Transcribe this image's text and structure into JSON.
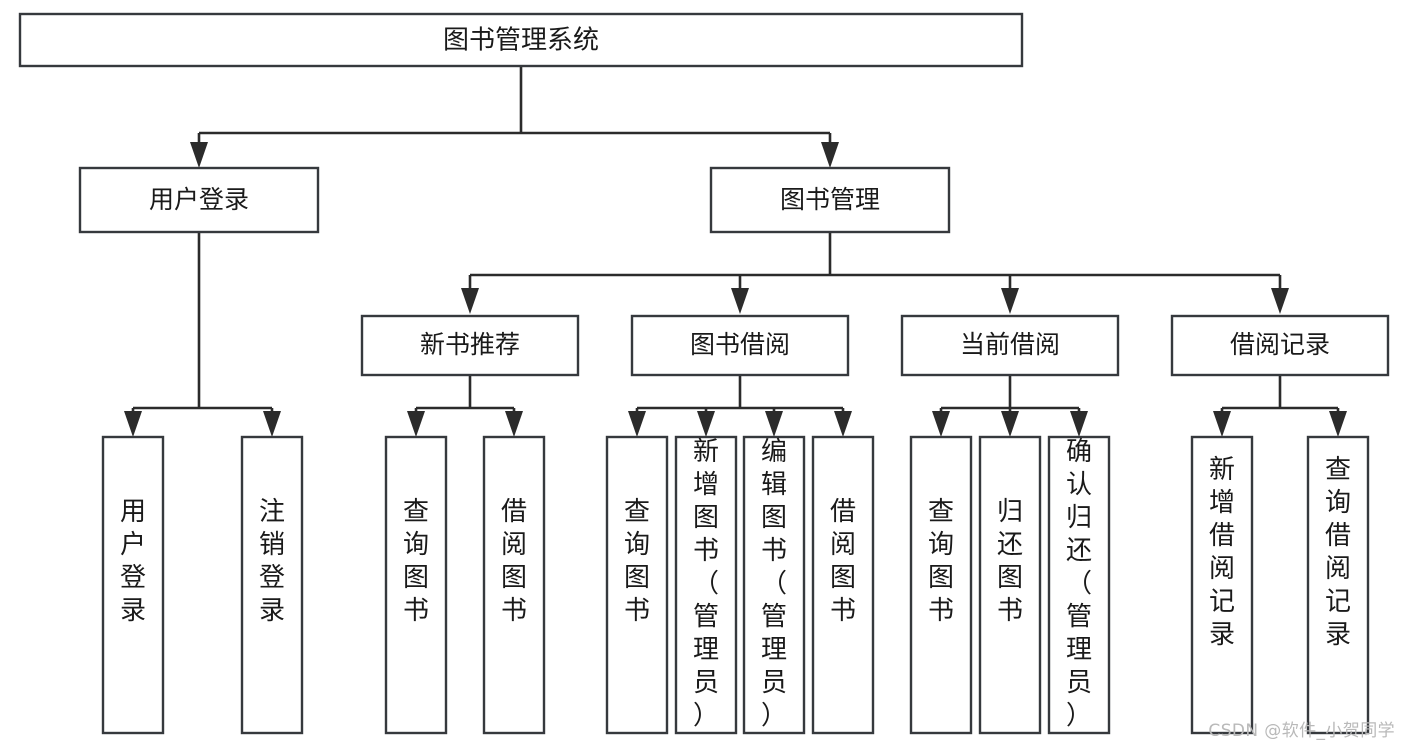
{
  "diagram": {
    "title": "图书管理系统",
    "type": "tree-hierarchy-diagram",
    "colors": {
      "box_stroke": "#36393d",
      "box_fill": "#ffffff",
      "edge": "#2b2b2b",
      "text": "#1a1a1a",
      "background": "#ffffff",
      "watermark": "#b9b9b9"
    },
    "root": {
      "label": "图书管理系统"
    },
    "level2": [
      {
        "label": "用户登录"
      },
      {
        "label": "图书管理"
      }
    ],
    "level3": [
      {
        "label": "新书推荐"
      },
      {
        "label": "图书借阅"
      },
      {
        "label": "当前借阅"
      },
      {
        "label": "借阅记录"
      }
    ],
    "leaves": {
      "user_login": [
        {
          "label": "用户登录"
        },
        {
          "label": "注销登录"
        }
      ],
      "new_book_recommend": [
        {
          "label": "查询图书"
        },
        {
          "label": "借阅图书"
        }
      ],
      "book_borrow": [
        {
          "label": "查询图书"
        },
        {
          "label": "新增图书（管理员）"
        },
        {
          "label": "编辑图书（管理员）"
        },
        {
          "label": "借阅图书"
        }
      ],
      "current_borrow": [
        {
          "label": "查询图书"
        },
        {
          "label": "归还图书"
        },
        {
          "label": "确认归还（管理员）"
        }
      ],
      "borrow_record": [
        {
          "label": "新增借阅记录"
        },
        {
          "label": "查询借阅记录"
        }
      ]
    }
  },
  "watermark": {
    "text": "CSDN @软件_小贺同学"
  }
}
